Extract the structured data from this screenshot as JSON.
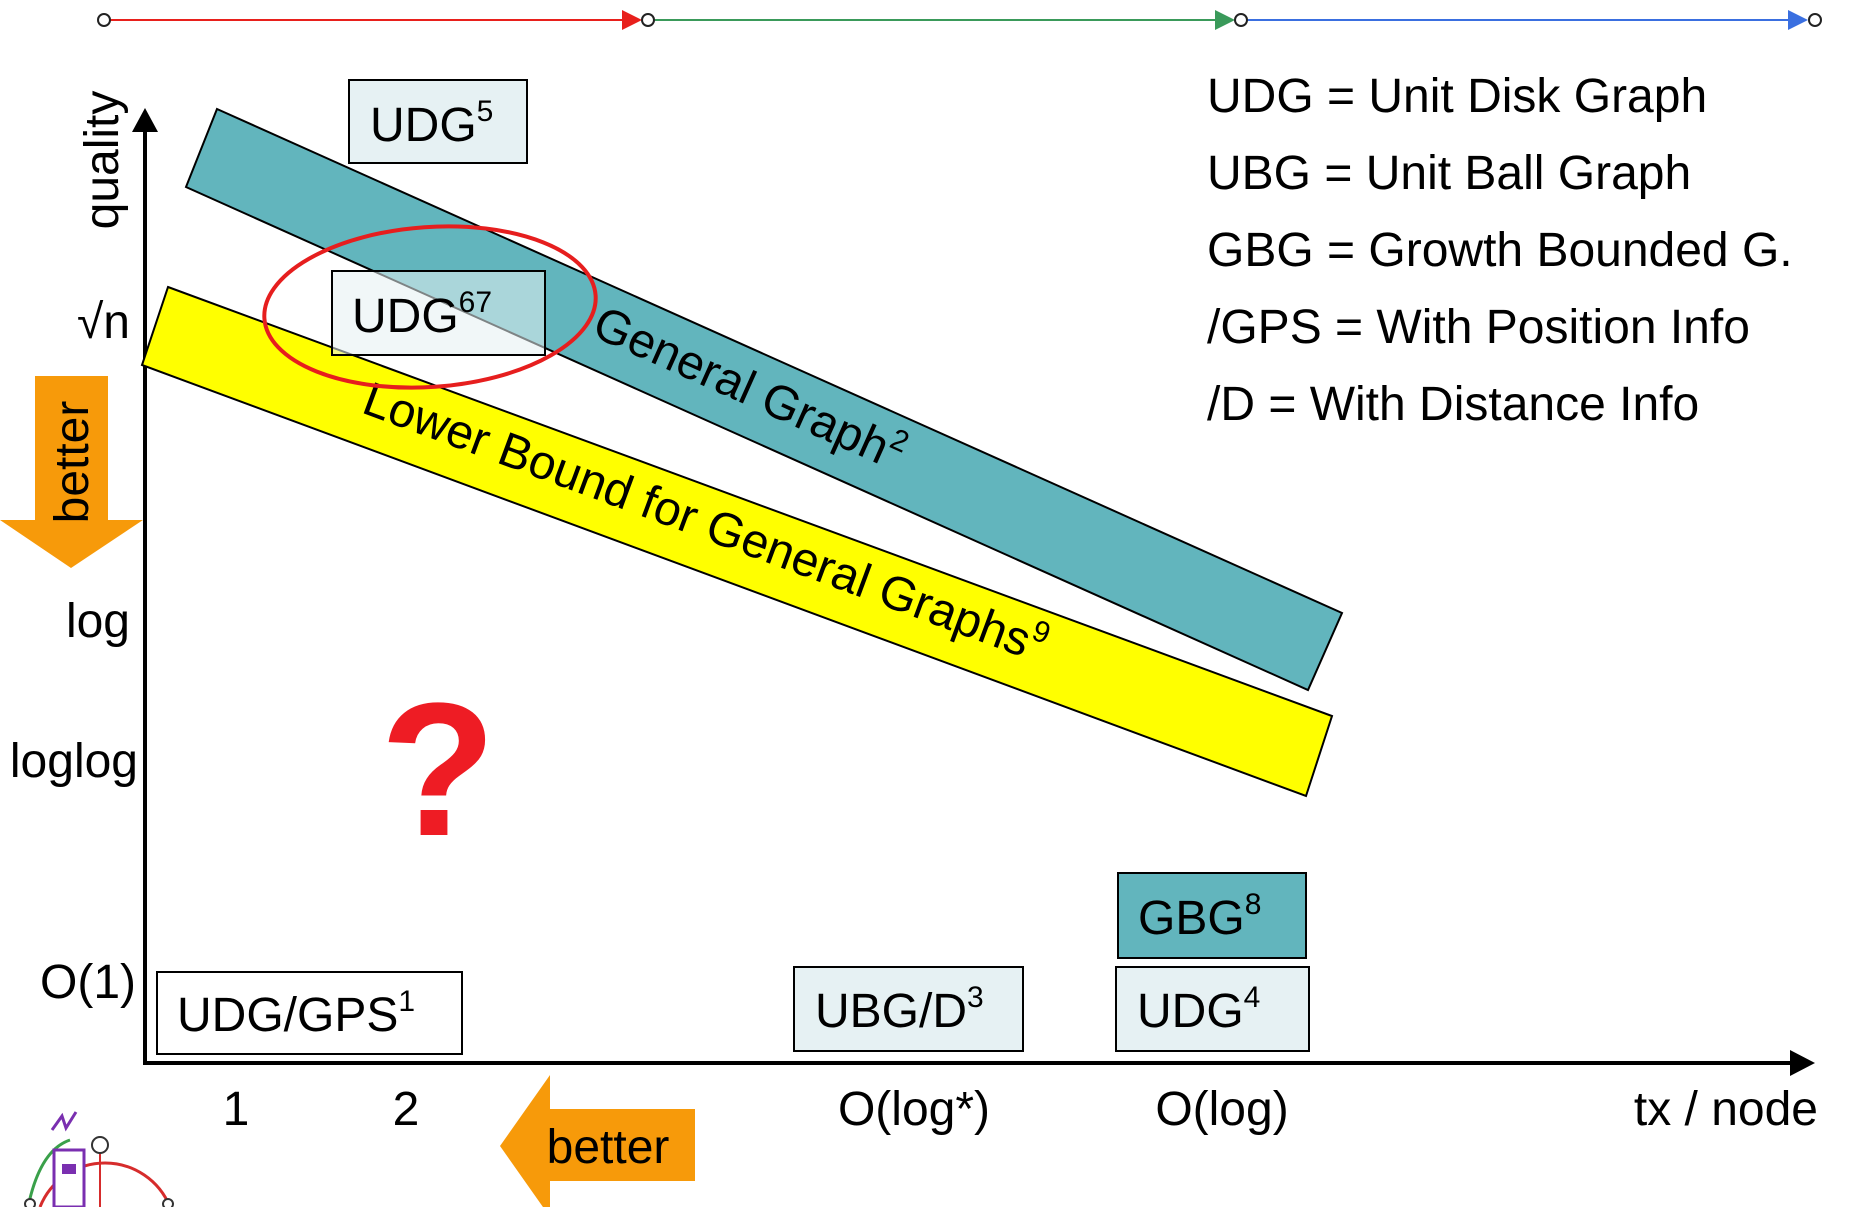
{
  "axes": {
    "y_title": "quality",
    "x_title": "tx / node",
    "y_ticks": [
      "√n",
      "log",
      "loglog",
      "O(1)"
    ],
    "x_ticks": [
      "1",
      "2",
      "O(log*)",
      "O(log)"
    ]
  },
  "better_labels": {
    "vertical": "better",
    "horizontal": "better"
  },
  "bands": {
    "general_graph": {
      "label": "General Graph",
      "sup": "2",
      "color": "#62b5bd"
    },
    "lower_bound": {
      "label": "Lower Bound for General Graphs",
      "sup": "9",
      "color": "#ffff00"
    }
  },
  "boxes": {
    "udg5": {
      "label": "UDG",
      "sup": "5"
    },
    "udg67": {
      "label": "UDG",
      "sup": "67"
    },
    "udg_gps": {
      "label": "UDG/GPS",
      "sup": "1"
    },
    "ubg_d": {
      "label": "UBG/D",
      "sup": "3"
    },
    "gbg": {
      "label": "GBG",
      "sup": "8"
    },
    "udg4": {
      "label": "UDG",
      "sup": "4"
    }
  },
  "question_mark": "?",
  "legend": [
    "UDG = Unit Disk Graph",
    "UBG = Unit Ball Graph",
    "GBG = Growth Bounded G.",
    "/GPS = With Position Info",
    "/D = With Distance Info"
  ],
  "colors": {
    "timeline_red": "#e8201c",
    "timeline_green": "#3a9a5a",
    "timeline_blue": "#3a6fe0",
    "better_orange": "#f79a0a",
    "highlight_ellipse": "#e61e1e",
    "question_red": "#ee1c24",
    "light_box": "#e6f1f3"
  }
}
